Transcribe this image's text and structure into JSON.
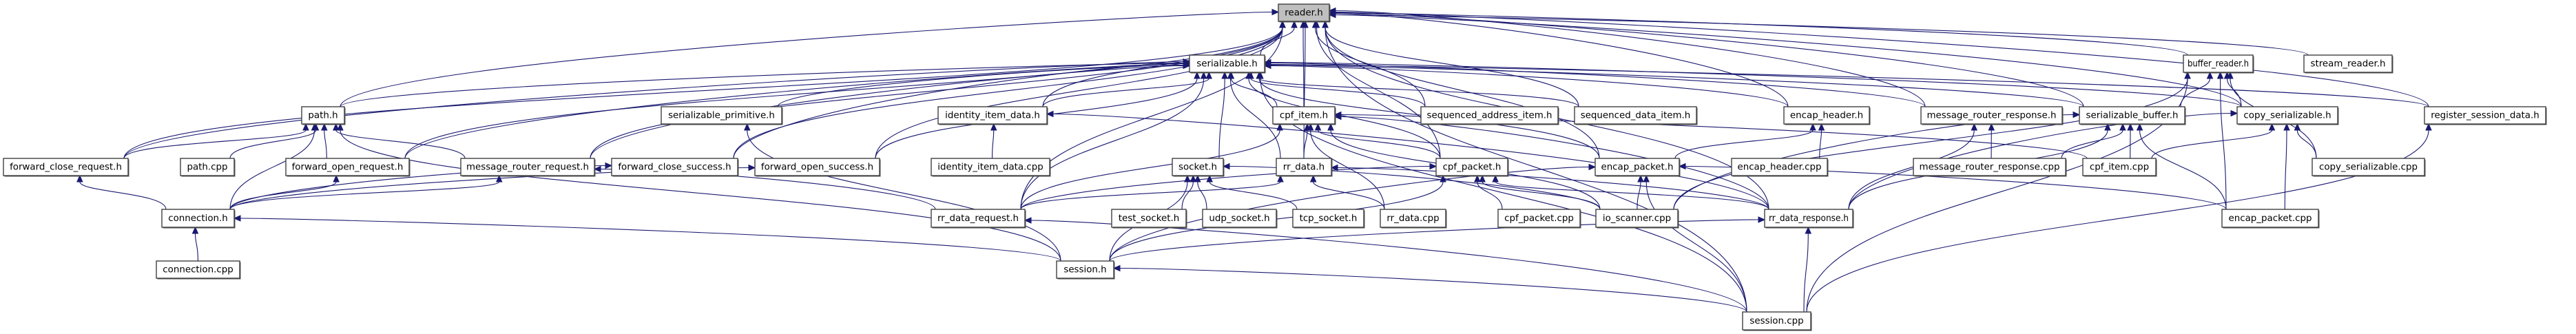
{
  "graph": {
    "title": "reader.h include dependency graph",
    "root": "reader.h",
    "colors": {
      "edge": "#191970",
      "root_fill": "#bfbfbf",
      "node_fill": "#ffffff",
      "node_border": "#404040"
    },
    "nodes": [
      {
        "id": "reader_h",
        "label": "reader.h",
        "root": true
      },
      {
        "id": "serializable_h",
        "label": "serializable.h"
      },
      {
        "id": "buffer_reader_h",
        "label": "buffer_reader.h"
      },
      {
        "id": "stream_reader_h",
        "label": "stream_reader.h"
      },
      {
        "id": "path_h",
        "label": "path.h"
      },
      {
        "id": "serializable_primitive_h",
        "label": "serializable_primitive.h"
      },
      {
        "id": "identity_item_data_h",
        "label": "identity_item_data.h"
      },
      {
        "id": "cpf_item_h",
        "label": "cpf_item.h"
      },
      {
        "id": "sequenced_address_item_h",
        "label": "sequenced_address_item.h"
      },
      {
        "id": "sequenced_data_item_h",
        "label": "sequenced_data_item.h"
      },
      {
        "id": "encap_header_h",
        "label": "encap_header.h"
      },
      {
        "id": "message_router_response_h",
        "label": "message_router_response.h"
      },
      {
        "id": "serializable_buffer_h",
        "label": "serializable_buffer.h"
      },
      {
        "id": "copy_serializable_h",
        "label": "copy_serializable.h"
      },
      {
        "id": "register_session_data_h",
        "label": "register_session_data.h"
      },
      {
        "id": "forward_close_request_h",
        "label": "forward_close_request.h"
      },
      {
        "id": "path_cpp",
        "label": "path.cpp"
      },
      {
        "id": "forward_open_request_h",
        "label": "forward_open_request.h"
      },
      {
        "id": "message_router_request_h",
        "label": "message_router_request.h"
      },
      {
        "id": "forward_close_success_h",
        "label": "forward_close_success.h"
      },
      {
        "id": "forward_open_success_h",
        "label": "forward_open_success.h"
      },
      {
        "id": "identity_item_data_cpp",
        "label": "identity_item_data.cpp"
      },
      {
        "id": "socket_h",
        "label": "socket.h"
      },
      {
        "id": "rr_data_h",
        "label": "rr_data.h"
      },
      {
        "id": "cpf_packet_h",
        "label": "cpf_packet.h"
      },
      {
        "id": "encap_packet_h",
        "label": "encap_packet.h"
      },
      {
        "id": "encap_header_cpp",
        "label": "encap_header.cpp"
      },
      {
        "id": "message_router_response_cpp",
        "label": "message_router_response.cpp"
      },
      {
        "id": "cpf_item_cpp",
        "label": "cpf_item.cpp"
      },
      {
        "id": "copy_serializable_cpp",
        "label": "copy_serializable.cpp"
      },
      {
        "id": "connection_h",
        "label": "connection.h"
      },
      {
        "id": "rr_data_request_h",
        "label": "rr_data_request.h"
      },
      {
        "id": "test_socket_h",
        "label": "test_socket.h"
      },
      {
        "id": "udp_socket_h",
        "label": "udp_socket.h"
      },
      {
        "id": "tcp_socket_h",
        "label": "tcp_socket.h"
      },
      {
        "id": "rr_data_cpp",
        "label": "rr_data.cpp"
      },
      {
        "id": "cpf_packet_cpp",
        "label": "cpf_packet.cpp"
      },
      {
        "id": "io_scanner_cpp",
        "label": "io_scanner.cpp"
      },
      {
        "id": "rr_data_response_h",
        "label": "rr_data_response.h"
      },
      {
        "id": "encap_packet_cpp",
        "label": "encap_packet.cpp"
      },
      {
        "id": "connection_cpp",
        "label": "connection.cpp"
      },
      {
        "id": "session_h",
        "label": "session.h"
      },
      {
        "id": "session_cpp",
        "label": "session.cpp"
      }
    ],
    "edges": [
      [
        "serializable_h",
        "reader_h"
      ],
      [
        "buffer_reader_h",
        "reader_h"
      ],
      [
        "stream_reader_h",
        "reader_h"
      ],
      [
        "path_h",
        "reader_h"
      ],
      [
        "forward_close_request_h",
        "reader_h"
      ],
      [
        "forward_open_request_h",
        "reader_h"
      ],
      [
        "message_router_request_h",
        "reader_h"
      ],
      [
        "forward_close_success_h",
        "reader_h"
      ],
      [
        "forward_open_success_h",
        "reader_h"
      ],
      [
        "identity_item_data_h",
        "reader_h"
      ],
      [
        "cpf_item_h",
        "reader_h"
      ],
      [
        "sequenced_address_item_h",
        "reader_h"
      ],
      [
        "sequenced_data_item_h",
        "reader_h"
      ],
      [
        "encap_header_h",
        "reader_h"
      ],
      [
        "message_router_response_h",
        "reader_h"
      ],
      [
        "serializable_buffer_h",
        "reader_h"
      ],
      [
        "copy_serializable_h",
        "reader_h"
      ],
      [
        "register_session_data_h",
        "reader_h"
      ],
      [
        "rr_data_request_h",
        "reader_h"
      ],
      [
        "rr_data_response_h",
        "reader_h"
      ],
      [
        "encap_packet_h",
        "reader_h"
      ],
      [
        "cpf_packet_h",
        "reader_h"
      ],
      [
        "session_cpp",
        "reader_h"
      ],
      [
        "rr_data_h",
        "reader_h"
      ],
      [
        "path_h",
        "serializable_h"
      ],
      [
        "serializable_primitive_h",
        "serializable_h"
      ],
      [
        "identity_item_data_h",
        "serializable_h"
      ],
      [
        "cpf_item_h",
        "serializable_h"
      ],
      [
        "sequenced_address_item_h",
        "serializable_h"
      ],
      [
        "sequenced_data_item_h",
        "serializable_h"
      ],
      [
        "encap_header_h",
        "serializable_h"
      ],
      [
        "message_router_response_h",
        "serializable_h"
      ],
      [
        "serializable_buffer_h",
        "serializable_h"
      ],
      [
        "copy_serializable_h",
        "serializable_h"
      ],
      [
        "register_session_data_h",
        "serializable_h"
      ],
      [
        "forward_close_request_h",
        "serializable_h"
      ],
      [
        "forward_open_request_h",
        "serializable_h"
      ],
      [
        "message_router_request_h",
        "serializable_h"
      ],
      [
        "forward_close_success_h",
        "serializable_h"
      ],
      [
        "forward_open_success_h",
        "serializable_h"
      ],
      [
        "socket_h",
        "serializable_h"
      ],
      [
        "rr_data_h",
        "serializable_h"
      ],
      [
        "cpf_packet_h",
        "serializable_h"
      ],
      [
        "encap_packet_h",
        "serializable_h"
      ],
      [
        "rr_data_request_h",
        "serializable_h"
      ],
      [
        "session_cpp",
        "serializable_h"
      ],
      [
        "serializable_buffer_h",
        "buffer_reader_h"
      ],
      [
        "copy_serializable_h",
        "buffer_reader_h"
      ],
      [
        "io_scanner_cpp",
        "buffer_reader_h"
      ],
      [
        "encap_packet_cpp",
        "buffer_reader_h"
      ],
      [
        "session_cpp",
        "buffer_reader_h"
      ],
      [
        "copy_serializable_cpp",
        "buffer_reader_h"
      ],
      [
        "forward_close_request_h",
        "path_h"
      ],
      [
        "path_cpp",
        "path_h"
      ],
      [
        "forward_open_request_h",
        "path_h"
      ],
      [
        "message_router_request_h",
        "path_h"
      ],
      [
        "connection_h",
        "path_h"
      ],
      [
        "session_h",
        "path_h"
      ],
      [
        "connection_h",
        "forward_close_request_h"
      ],
      [
        "connection_h",
        "forward_open_request_h"
      ],
      [
        "connection_h",
        "message_router_request_h"
      ],
      [
        "connection_h",
        "forward_close_success_h"
      ],
      [
        "connection_h",
        "forward_open_success_h"
      ],
      [
        "connection_cpp",
        "connection_h"
      ],
      [
        "session_h",
        "connection_h"
      ],
      [
        "rr_data_request_h",
        "message_router_request_h"
      ],
      [
        "session_h",
        "serializable_primitive_h"
      ],
      [
        "identity_item_data_cpp",
        "identity_item_data_h"
      ],
      [
        "rr_data_response_h",
        "identity_item_data_h"
      ],
      [
        "rr_data_h",
        "cpf_item_h"
      ],
      [
        "cpf_packet_h",
        "cpf_item_h"
      ],
      [
        "rr_data_cpp",
        "cpf_item_h"
      ],
      [
        "io_scanner_cpp",
        "cpf_item_h"
      ],
      [
        "cpf_item_cpp",
        "cpf_item_h"
      ],
      [
        "rr_data_response_h",
        "cpf_item_h"
      ],
      [
        "rr_data_request_h",
        "cpf_item_h"
      ],
      [
        "test_socket_h",
        "socket_h"
      ],
      [
        "udp_socket_h",
        "socket_h"
      ],
      [
        "tcp_socket_h",
        "socket_h"
      ],
      [
        "session_h",
        "socket_h"
      ],
      [
        "io_scanner_cpp",
        "socket_h"
      ],
      [
        "rr_data_cpp",
        "rr_data_h"
      ],
      [
        "rr_data_request_h",
        "rr_data_h"
      ],
      [
        "rr_data_response_h",
        "rr_data_h"
      ],
      [
        "cpf_packet_cpp",
        "cpf_packet_h"
      ],
      [
        "io_scanner_cpp",
        "cpf_packet_h"
      ],
      [
        "session_h",
        "cpf_packet_h"
      ],
      [
        "rr_data_request_h",
        "cpf_packet_h"
      ],
      [
        "rr_data_response_h",
        "cpf_packet_h"
      ],
      [
        "encap_packet_h",
        "encap_header_h"
      ],
      [
        "encap_header_cpp",
        "encap_header_h"
      ],
      [
        "io_scanner_cpp",
        "encap_packet_h"
      ],
      [
        "session_h",
        "encap_packet_h"
      ],
      [
        "session_cpp",
        "encap_packet_h"
      ],
      [
        "encap_packet_cpp",
        "encap_packet_h"
      ],
      [
        "message_router_response_cpp",
        "message_router_response_h"
      ],
      [
        "rr_data_response_h",
        "message_router_response_h"
      ],
      [
        "message_router_response_cpp",
        "serializable_buffer_h"
      ],
      [
        "cpf_item_cpp",
        "serializable_buffer_h"
      ],
      [
        "encap_packet_cpp",
        "serializable_buffer_h"
      ],
      [
        "rr_data_response_h",
        "serializable_buffer_h"
      ],
      [
        "io_scanner_cpp",
        "serializable_buffer_h"
      ],
      [
        "copy_serializable_cpp",
        "copy_serializable_h"
      ],
      [
        "encap_packet_cpp",
        "copy_serializable_h"
      ],
      [
        "cpf_item_cpp",
        "copy_serializable_h"
      ],
      [
        "rr_data_response_h",
        "copy_serializable_h"
      ],
      [
        "session_cpp",
        "register_session_data_h"
      ],
      [
        "session_cpp",
        "rr_data_request_h"
      ],
      [
        "session_cpp",
        "rr_data_response_h"
      ],
      [
        "session_h",
        "rr_data_response_h"
      ],
      [
        "session_cpp",
        "session_h"
      ]
    ]
  }
}
